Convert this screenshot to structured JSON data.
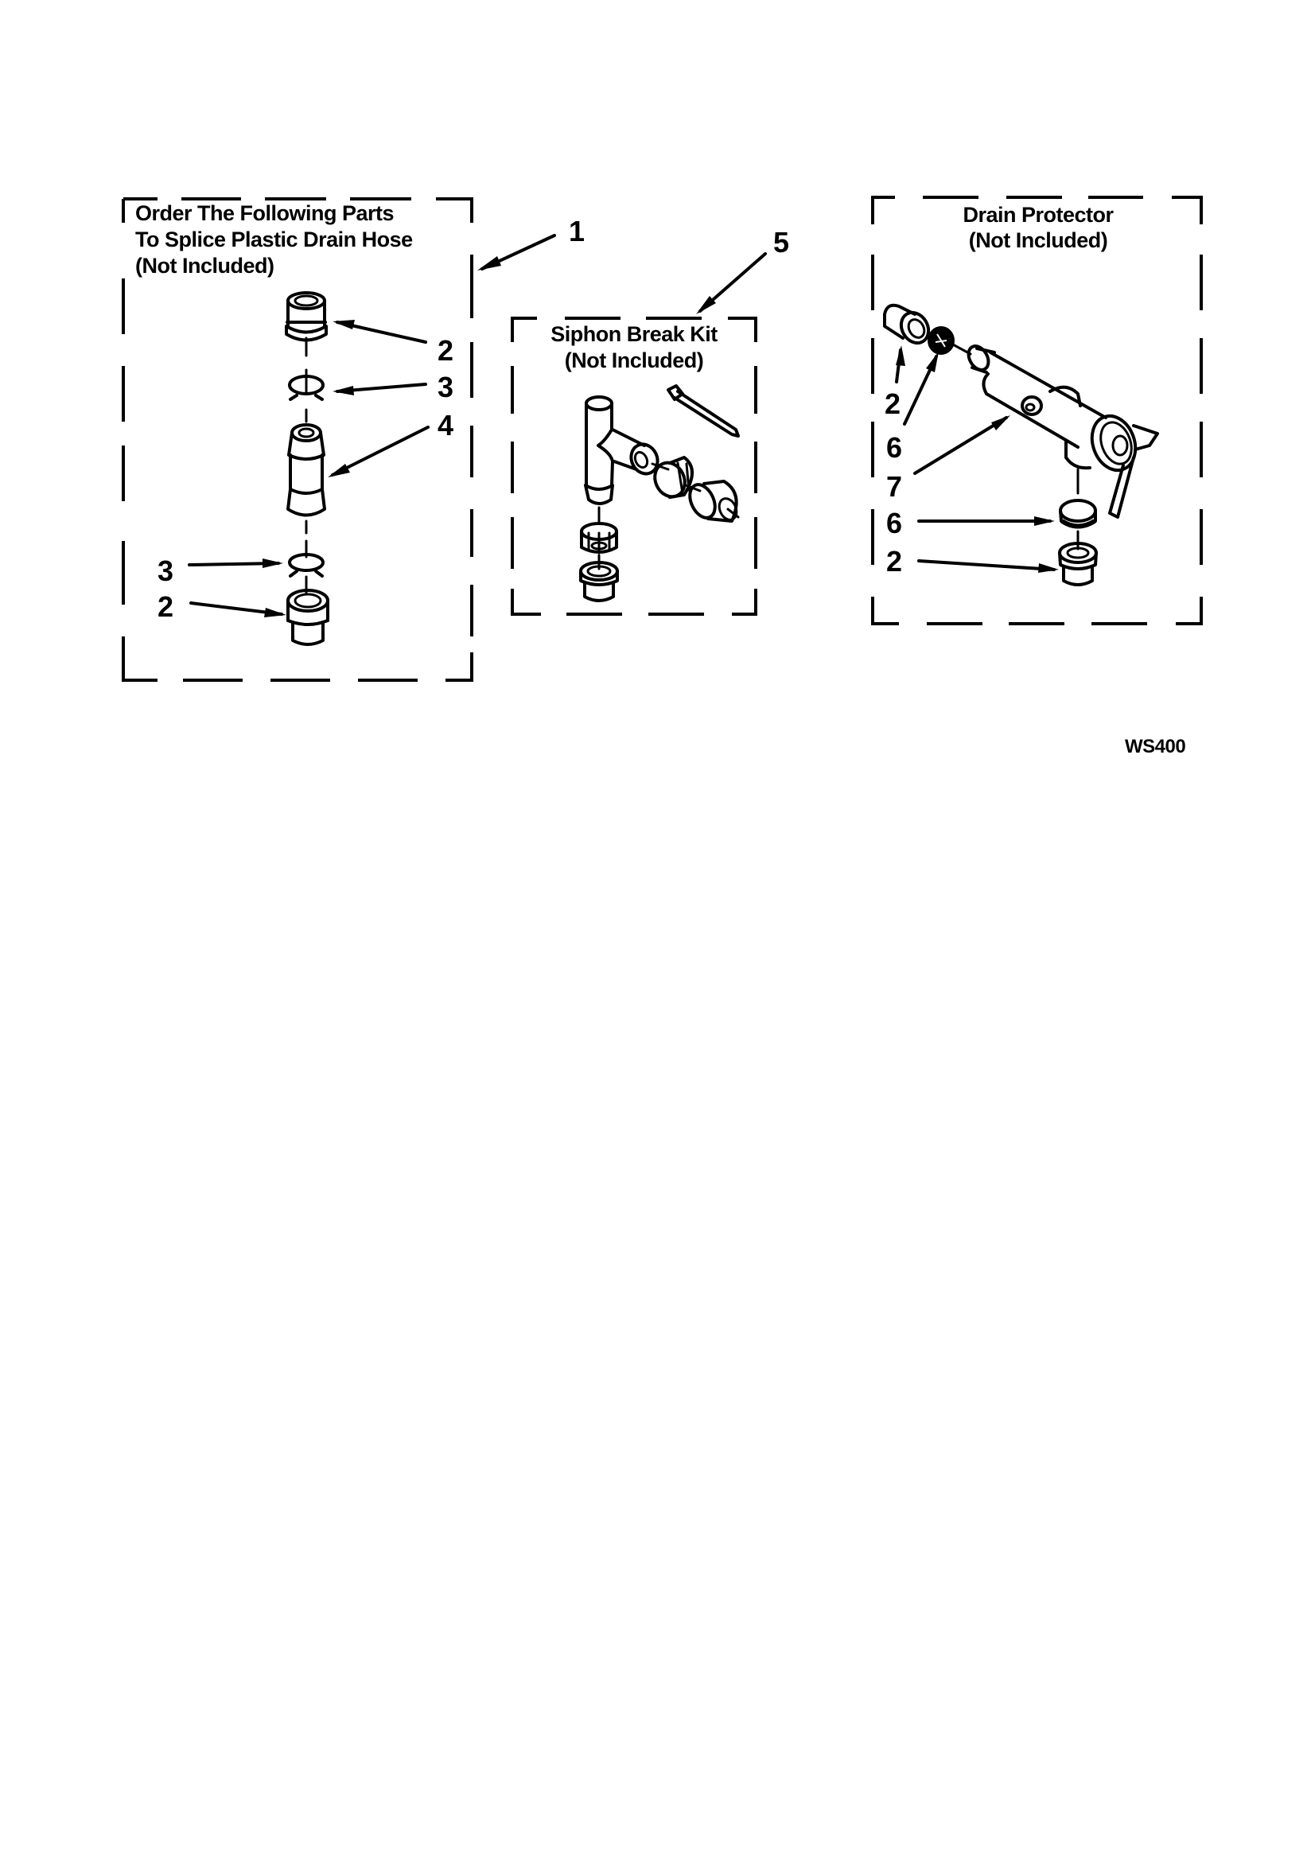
{
  "diagram": {
    "type": "exploded-parts-view",
    "reference_code": "WS400",
    "colors": {
      "ink": "#000000",
      "paper": "#ffffff"
    },
    "groups": [
      {
        "id": "splice-kit",
        "title_lines": [
          "Order The Following Parts",
          "To Splice Plastic Drain Hose",
          "(Not Included)"
        ],
        "group_callout": "1",
        "parts": [
          {
            "callout": "2",
            "name": "coupler-top"
          },
          {
            "callout": "3",
            "name": "clamp-top"
          },
          {
            "callout": "4",
            "name": "connector"
          },
          {
            "callout": "3",
            "name": "clamp-bottom"
          },
          {
            "callout": "2",
            "name": "coupler-bottom"
          }
        ]
      },
      {
        "id": "siphon-break-kit",
        "title_lines": [
          "Siphon Break Kit",
          "(Not Included)"
        ],
        "group_callout": "5",
        "parts": [
          {
            "name": "tee-fitting"
          },
          {
            "name": "cable-tie"
          },
          {
            "name": "side-nut"
          },
          {
            "name": "side-adapter"
          },
          {
            "name": "bottom-nut"
          },
          {
            "name": "bottom-coupler"
          }
        ]
      },
      {
        "id": "drain-protector",
        "title_lines": [
          "Drain Protector",
          "(Not Included)"
        ],
        "parts": [
          {
            "callout": "2",
            "name": "coupler-upper"
          },
          {
            "callout": "6",
            "name": "nut-upper"
          },
          {
            "callout": "7",
            "name": "drain-protector-valve"
          },
          {
            "callout": "6",
            "name": "nut-lower"
          },
          {
            "callout": "2",
            "name": "coupler-lower"
          }
        ]
      }
    ]
  }
}
